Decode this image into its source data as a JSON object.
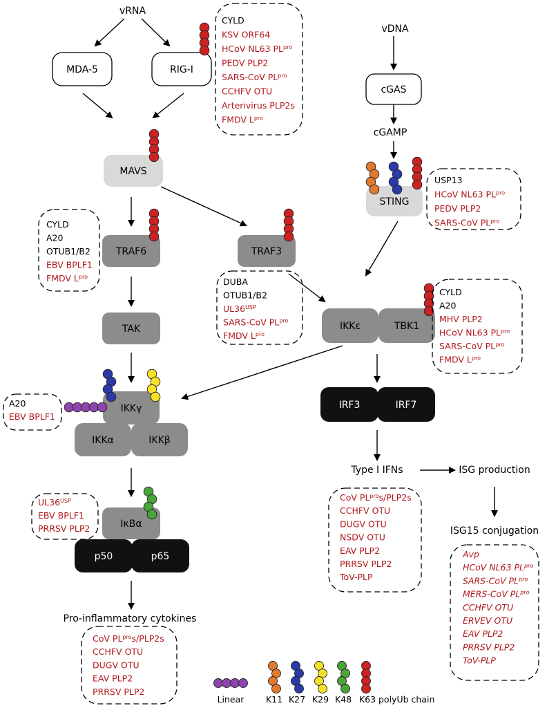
{
  "inputs": {
    "vrna": "vRNA",
    "vdna": "vDNA",
    "cgamp": "cGAMP"
  },
  "nodes": {
    "mda5": "MDA-5",
    "rigi": "RIG-I",
    "mavs": "MAVS",
    "cgas": "cGAS",
    "sting": "STING",
    "traf6": "TRAF6",
    "traf3": "TRAF3",
    "tak": "TAK",
    "ikke": "IKKε",
    "tbk1": "TBK1",
    "ikkg": "IKKγ",
    "ikka": "IKKα",
    "ikkb": "IKKβ",
    "irf3": "IRF3",
    "irf7": "IRF7",
    "ikba": "IκBα",
    "p50": "p50",
    "p65": "p65"
  },
  "outputs": {
    "type1_ifn": "Type I IFNs",
    "isg_production": "ISG production",
    "isg15": "ISG15 conjugation",
    "proinflammatory": "Pro-inflammatory cytokines"
  },
  "boxes": {
    "rigi": {
      "host": [
        "CYLD"
      ],
      "viral": [
        {
          "t": "KSV ORF64"
        },
        {
          "t": "HCoV NL63 PL",
          "s": "pro"
        },
        {
          "t": "PEDV PLP2"
        },
        {
          "t": "SARS-CoV PL",
          "s": "pro"
        },
        {
          "t": "CCHFV OTU"
        },
        {
          "t": "Arterivirus PLP2s"
        },
        {
          "t": "FMDV L",
          "s": "pro"
        }
      ]
    },
    "sting": {
      "host": [
        "USP13"
      ],
      "viral": [
        {
          "t": "HCoV NL63 PL",
          "s": "pro"
        },
        {
          "t": "PEDV PLP2"
        },
        {
          "t": "SARS-CoV PL",
          "s": "pro"
        }
      ]
    },
    "traf6": {
      "host": [
        "CYLD",
        "A20",
        "OTUB1/B2"
      ],
      "viral": [
        {
          "t": "EBV BPLF1"
        },
        {
          "t": "FMDV L",
          "s": "pro"
        }
      ]
    },
    "traf3": {
      "host": [
        "DUBA",
        "OTUB1/B2"
      ],
      "viral": [
        {
          "t": "UL36",
          "s": "USP"
        },
        {
          "t": "SARS-CoV PL",
          "s": "pro"
        },
        {
          "t": "FMDV L",
          "s": "pro"
        }
      ]
    },
    "tbk1": {
      "host": [
        "CYLD",
        "A20"
      ],
      "viral": [
        {
          "t": "MHV PLP2"
        },
        {
          "t": "HCoV NL63 PL",
          "s": "pro"
        },
        {
          "t": "SARS-CoV PL",
          "s": "pro"
        },
        {
          "t": "FMDV L",
          "s": "pro"
        }
      ]
    },
    "ikkg": {
      "host": [
        "A20"
      ],
      "viral": [
        {
          "t": "EBV BPLF1"
        }
      ]
    },
    "ikba": {
      "host": [],
      "viral": [
        {
          "t": "UL36",
          "s": "USP"
        },
        {
          "t": "EBV BPLF1"
        },
        {
          "t": "PRRSV PLP2"
        }
      ]
    },
    "ifn": {
      "host": [],
      "viral": [
        {
          "t": "CoV PL",
          "s": "pro",
          "t2": "s/PLP2s"
        },
        {
          "t": "CCHFV OTU"
        },
        {
          "t": "DUGV OTU"
        },
        {
          "t": "NSDV OTU"
        },
        {
          "t": "EAV PLP2"
        },
        {
          "t": "PRRSV PLP2"
        },
        {
          "t": "ToV-PLP"
        }
      ]
    },
    "isg": {
      "host": [],
      "viral": [
        {
          "t": "Avp"
        },
        {
          "t": "HCoV NL63 PL",
          "s": "pro"
        },
        {
          "t": "SARS-CoV PL",
          "s": "pro"
        },
        {
          "t": "MERS-CoV PL",
          "s": "pro"
        },
        {
          "t": "CCHFV OTU"
        },
        {
          "t": "ERVEV OTU"
        },
        {
          "t": "EAV PLP2"
        },
        {
          "t": "PRRSV PLP2"
        },
        {
          "t": "ToV-PLP"
        }
      ]
    },
    "cyto": {
      "host": [],
      "viral": [
        {
          "t": "CoV PL",
          "s": "pro",
          "t2": "s/PLP2s"
        },
        {
          "t": "CCHFV OTU"
        },
        {
          "t": "DUGV OTU"
        },
        {
          "t": "EAV PLP2"
        },
        {
          "t": "PRRSV PLP2"
        }
      ]
    }
  },
  "legend": {
    "items": [
      {
        "label": "Linear",
        "color": "#8e44ad"
      },
      {
        "label": "K11",
        "color": "#e07a2e"
      },
      {
        "label": "K27",
        "color": "#2b3aa8"
      },
      {
        "label": "K29",
        "color": "#f5e12a"
      },
      {
        "label": "K48",
        "color": "#4aa43a"
      },
      {
        "label": "K63",
        "color": "#cc2222"
      }
    ],
    "suffix": "polyUb chain"
  },
  "colors": {
    "viral_text": "#b0181c",
    "light_node": "#d9d9d9",
    "mid_node": "#8c8c8c",
    "dark_node": "#111111"
  }
}
